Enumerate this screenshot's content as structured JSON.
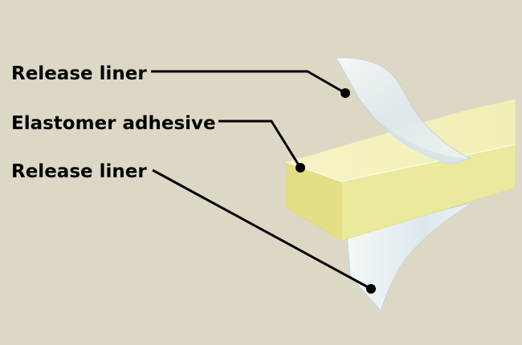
{
  "labels": {
    "release_liner_top": "Release liner",
    "elastomer_adhesive": "Elastomer adhesive",
    "release_liner_bottom": "Release liner"
  },
  "colors": {
    "background": "#ddd8c6",
    "adhesive_top": "#f3f1bd",
    "adhesive_front": "#ecec9e",
    "adhesive_side": "#e2dd7f",
    "liner": "#e6eef2",
    "leader_line": "#000000"
  }
}
